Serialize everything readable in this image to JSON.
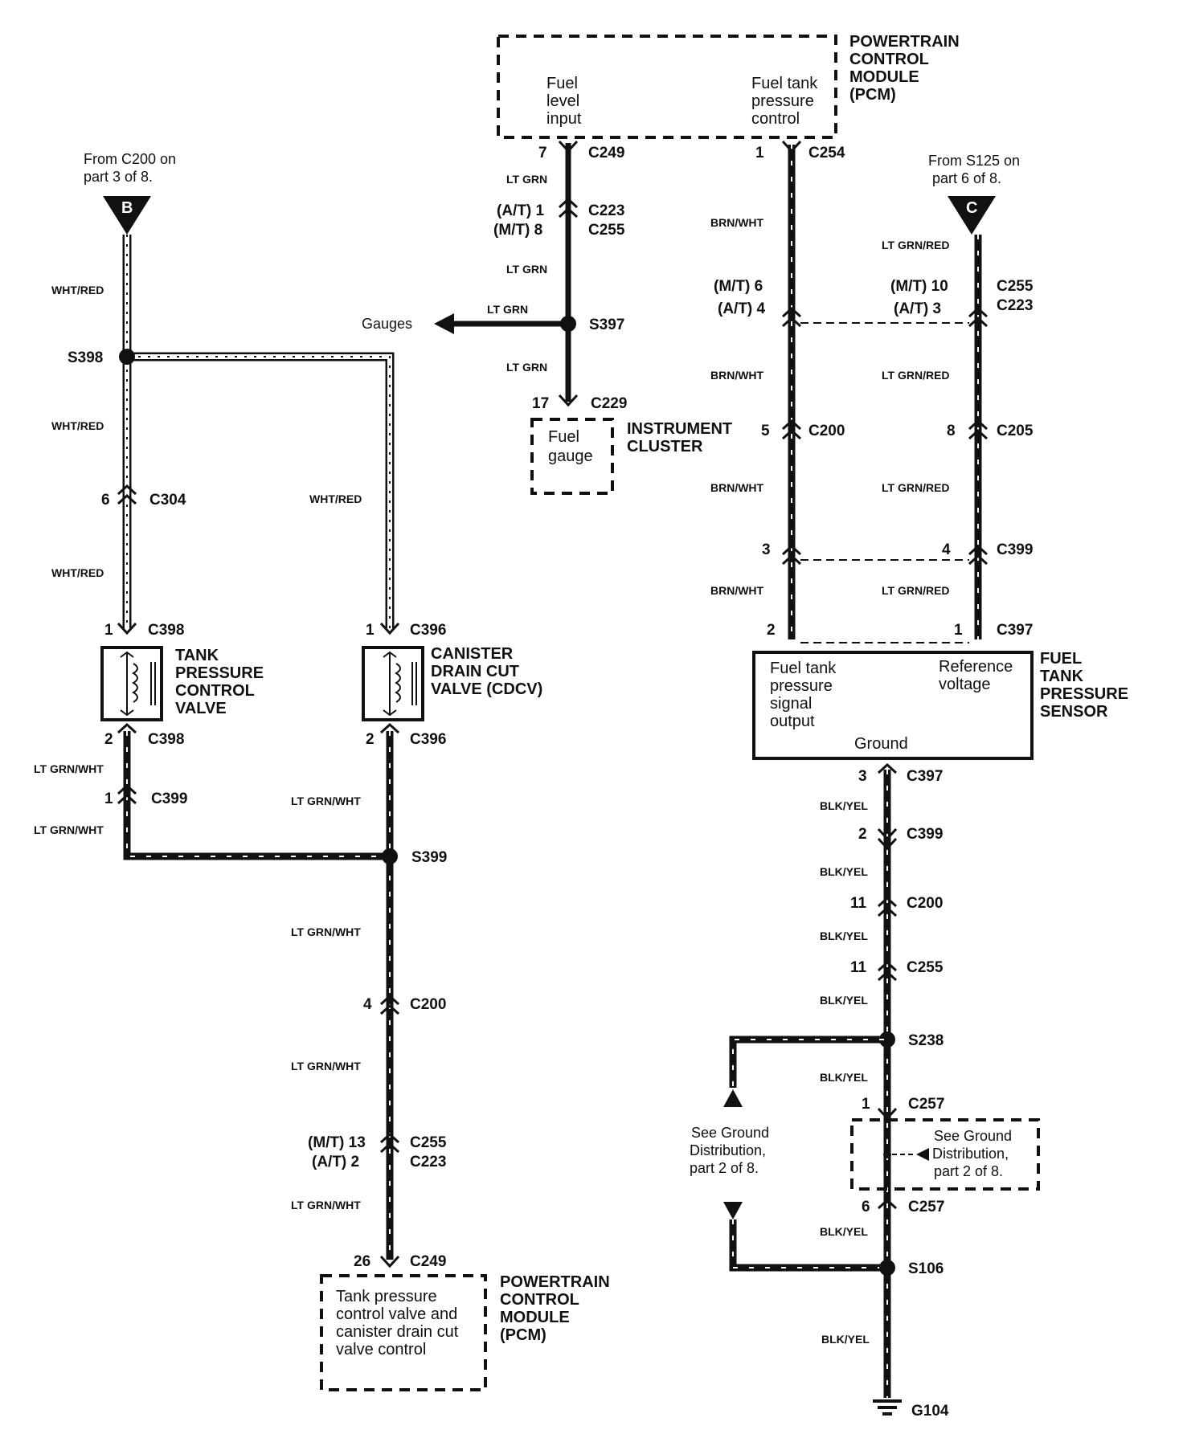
{
  "pcm_top": {
    "title_lines": [
      "POWERTRAIN",
      "CONTROL",
      "MODULE",
      "(PCM)"
    ],
    "fuel_level_input": [
      "Fuel",
      "level",
      "input"
    ],
    "fuel_tank_pressure_control": [
      "Fuel tank",
      "pressure",
      "control"
    ]
  },
  "offpage_b": {
    "letter": "B",
    "note_lines": [
      "From C200 on",
      "part 3 of 8."
    ]
  },
  "offpage_c": {
    "letter": "C",
    "note_lines": [
      "From S125 on",
      "part 6 of 8."
    ]
  },
  "instrument_cluster": {
    "title_lines": [
      "INSTRUMENT",
      "CLUSTER"
    ],
    "fuel_gauge": [
      "Fuel",
      "gauge"
    ]
  },
  "gauges_label": "Gauges",
  "tank_valve": {
    "title_lines": [
      "TANK",
      "PRESSURE",
      "CONTROL",
      "VALVE"
    ]
  },
  "cdcv": {
    "title_lines": [
      "CANISTER",
      "DRAIN CUT",
      "VALVE (CDCV)"
    ]
  },
  "sensor": {
    "title_lines": [
      "FUEL",
      "TANK",
      "PRESSURE",
      "SENSOR"
    ],
    "signal_output": [
      "Fuel tank",
      "pressure",
      "signal",
      "output"
    ],
    "reference_voltage": [
      "Reference",
      "voltage"
    ],
    "ground": "Ground"
  },
  "pcm_bottom": {
    "title_lines": [
      "POWERTRAIN",
      "CONTROL",
      "MODULE",
      "(PCM)"
    ],
    "function_lines": [
      "Tank pressure",
      "control valve and",
      "canister drain cut",
      "valve control"
    ]
  },
  "ground_note_left": [
    "See Ground",
    "Distribution,",
    "part 2  of 8."
  ],
  "ground_note_box": [
    "See Ground",
    "Distribution,",
    "part 2  of 8."
  ],
  "wire_colors": {
    "lt_grn": "LT GRN",
    "brn_wht": "BRN/WHT",
    "lt_grn_red": "LT GRN/RED",
    "wht_red": "WHT/RED",
    "lt_grn_wht": "LT GRN/WHT",
    "blk_yel": "BLK/YEL"
  },
  "connectors": {
    "c249": "C249",
    "c254": "C254",
    "c223": "C223",
    "c255": "C255",
    "c229": "C229",
    "c200": "C200",
    "c205": "C205",
    "c399": "C399",
    "c397": "C397",
    "c304": "C304",
    "c398": "C398",
    "c396": "C396",
    "c257": "C257"
  },
  "splices": {
    "s397": "S397",
    "s398": "S398",
    "s399": "S399",
    "s238": "S238",
    "s106": "S106"
  },
  "ground": "G104",
  "pins": {
    "pcm_fuel_level": "7",
    "pcm_tank_control": "1",
    "c223_at_lt_grn": "(A/T) 1",
    "c255_mt_lt_grn": "(M/T) 8",
    "c229_17": "17",
    "brn_mt": "(M/T) 6",
    "brn_at": "(A/T) 4",
    "red_mt": "(M/T) 10",
    "red_at": "(A/T)   3",
    "c200_5": "5",
    "c205_8": "8",
    "c399_3": "3",
    "c399_4": "4",
    "c397_2": "2",
    "c397_1": "1",
    "c397_3": "3",
    "c399_2": "2",
    "c200_11": "11",
    "c255_11": "11",
    "c257_1": "1",
    "c257_6": "6",
    "c304_6": "6",
    "c398_1": "1",
    "c398_2": "2",
    "c399_1": "1",
    "c396_1": "1",
    "c396_2": "2",
    "c200_4": "4",
    "c255_mt13": "(M/T) 13",
    "c223_at2": "(A/T)   2",
    "c249_26": "26"
  }
}
